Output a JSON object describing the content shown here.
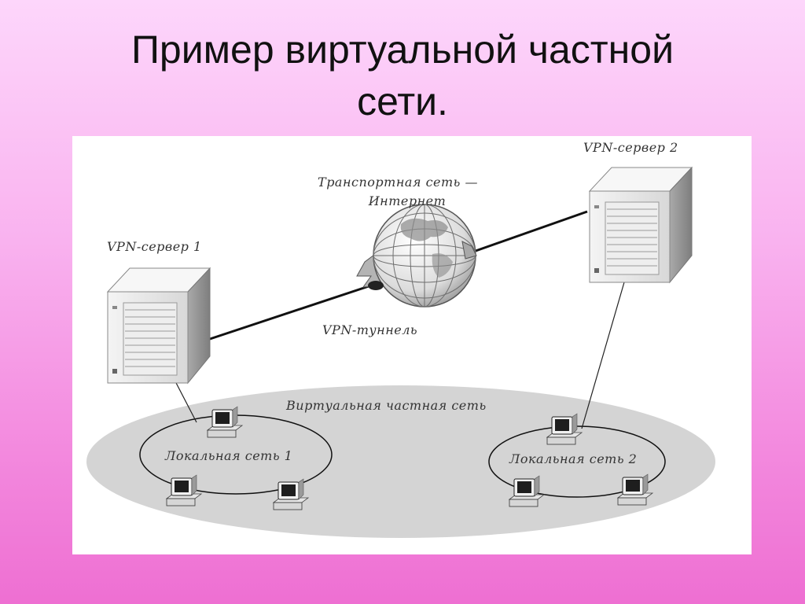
{
  "slide": {
    "title_line1": "Пример виртуальной частной",
    "title_line2": "сети."
  },
  "diagram": {
    "labels": {
      "vpn_server_1": "VPN-сервер 1",
      "vpn_server_2": "VPN-сервер 2",
      "transport_line1": "Транспортная сеть —",
      "transport_line2": "Интернет",
      "vpn_tunnel": "VPN-туннель",
      "virtual_private_network": "Виртуальная частная сеть",
      "local_network_1": "Локальная сеть 1",
      "local_network_2": "Локальная сеть 2"
    },
    "icons": [
      "server-icon",
      "globe-icon",
      "computer-icon"
    ],
    "colors": {
      "vpn_ellipse": "#d4d4d4",
      "link_line": "#111111",
      "server_body": "#e6e6e6"
    }
  }
}
